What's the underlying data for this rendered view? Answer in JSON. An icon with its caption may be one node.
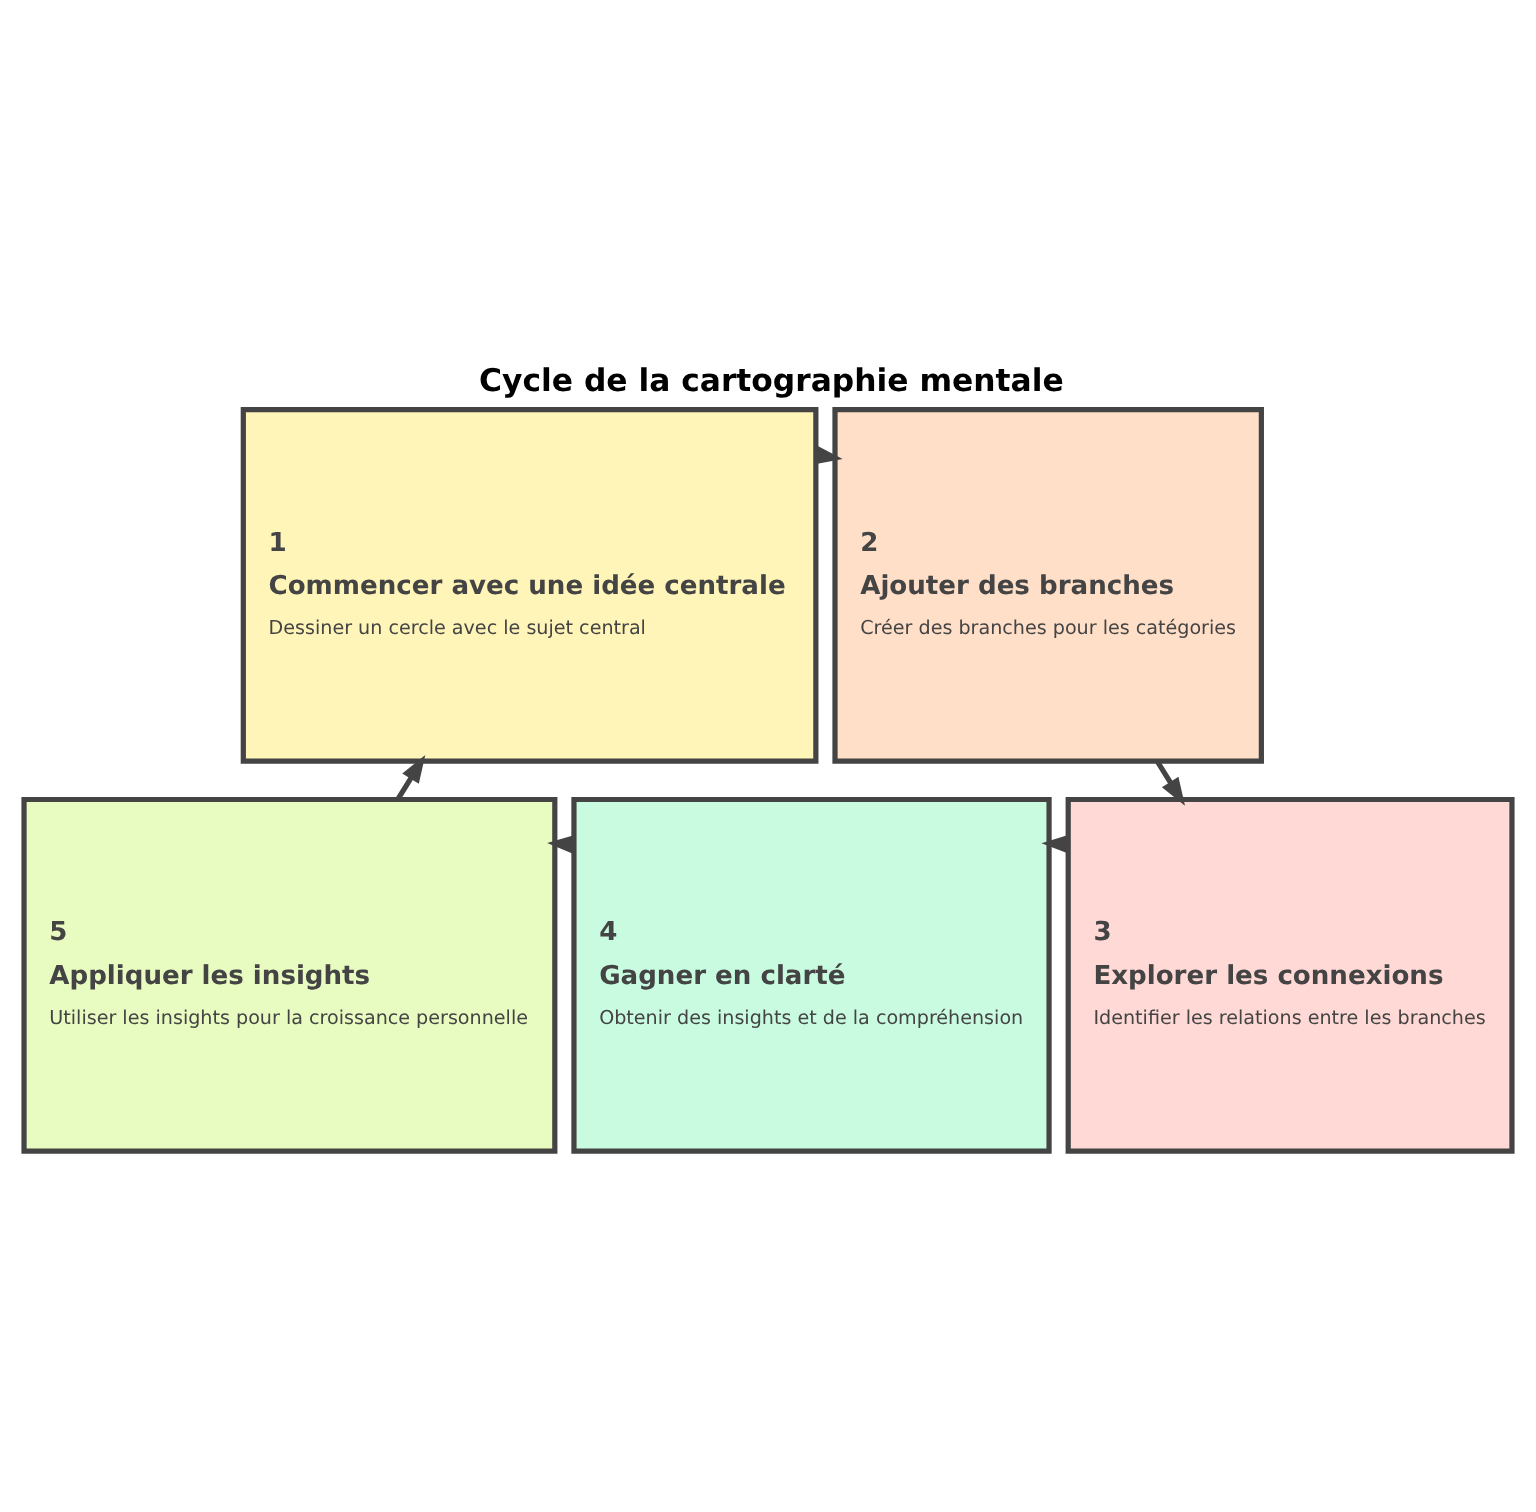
{
  "diagram": {
    "title": "Cycle de la cartographie mentale",
    "nodes": [
      {
        "text": [
          "1",
          "Commencer avec une idée centrale",
          "Dessiner un cercle avec le sujet central"
        ]
      },
      {
        "text": [
          "2",
          "Ajouter des branches",
          "Créer des branches pour les catégories"
        ]
      },
      {
        "text": [
          "3",
          "Explorer les connexions",
          "Identifier les relations entre les branches"
        ]
      },
      {
        "text": [
          "4",
          "Gagner en clarté",
          "Obtenir des insights et de la compréhension"
        ]
      },
      {
        "text": [
          "5",
          "Appliquer les insights",
          "Utiliser les insights pour la croissance personnelle"
        ]
      }
    ],
    "edges": [
      {
        "from": 0,
        "to": 1,
        "arrow": "to"
      },
      {
        "from": 1,
        "to": 2,
        "arrow": "to"
      },
      {
        "from": 2,
        "to": 3,
        "arrow": "to"
      },
      {
        "from": 3,
        "to": 4,
        "arrow": "to"
      },
      {
        "from": 4,
        "to": 0,
        "arrow": "to"
      }
    ]
  }
}
